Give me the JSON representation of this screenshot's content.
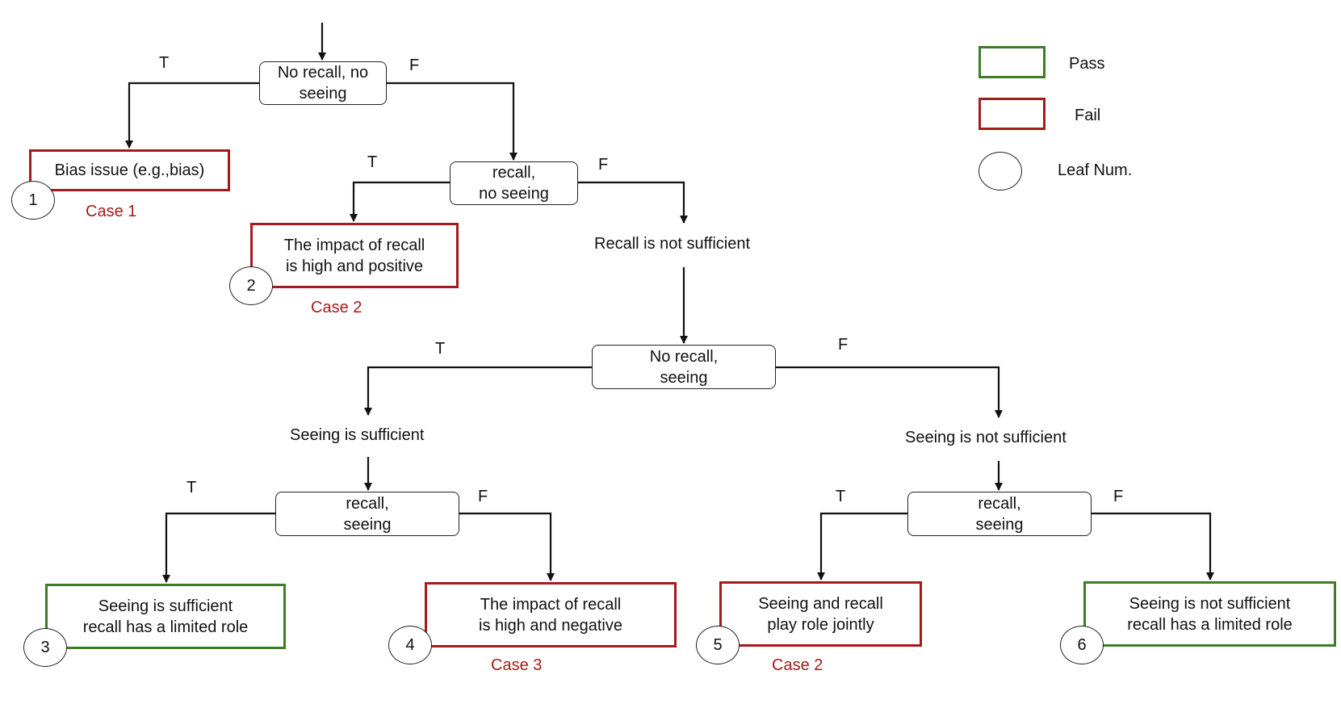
{
  "decisions": {
    "d1": "No recall, no\nseeing",
    "d2": "recall,\nno seeing",
    "d3": "No recall,\nseeing",
    "d4": "recall,\nseeing",
    "d5": "recall,\nseeing"
  },
  "intermediate": {
    "recall_not_sufficient": "Recall is not sufficient",
    "seeing_sufficient": "Seeing is sufficient",
    "seeing_not_sufficient": "Seeing is not sufficient"
  },
  "leaves": [
    {
      "text": "Bias issue (e.g.,bias)",
      "result": "fail",
      "num": "1",
      "case": "Case 1"
    },
    {
      "text": "The impact of recall\nis high and positive",
      "result": "fail",
      "num": "2",
      "case": "Case 2"
    },
    {
      "text": "Seeing is sufficient\nrecall has a limited role",
      "result": "pass",
      "num": "3",
      "case": ""
    },
    {
      "text": "The impact of recall\nis high and negative",
      "result": "fail",
      "num": "4",
      "case": "Case 3"
    },
    {
      "text": "Seeing and recall\nplay role jointly",
      "result": "fail",
      "num": "5",
      "case": "Case 2"
    },
    {
      "text": "Seeing is not sufficient\nrecall has a limited role",
      "result": "pass",
      "num": "6",
      "case": ""
    }
  ],
  "branch": {
    "true_label": "T",
    "false_label": "F"
  },
  "legend": {
    "pass": "Pass",
    "fail": "Fail",
    "leaf": "Leaf Num."
  },
  "colors": {
    "pass": "#3e7d25",
    "fail": "#a31c1c",
    "line": "#111111"
  }
}
